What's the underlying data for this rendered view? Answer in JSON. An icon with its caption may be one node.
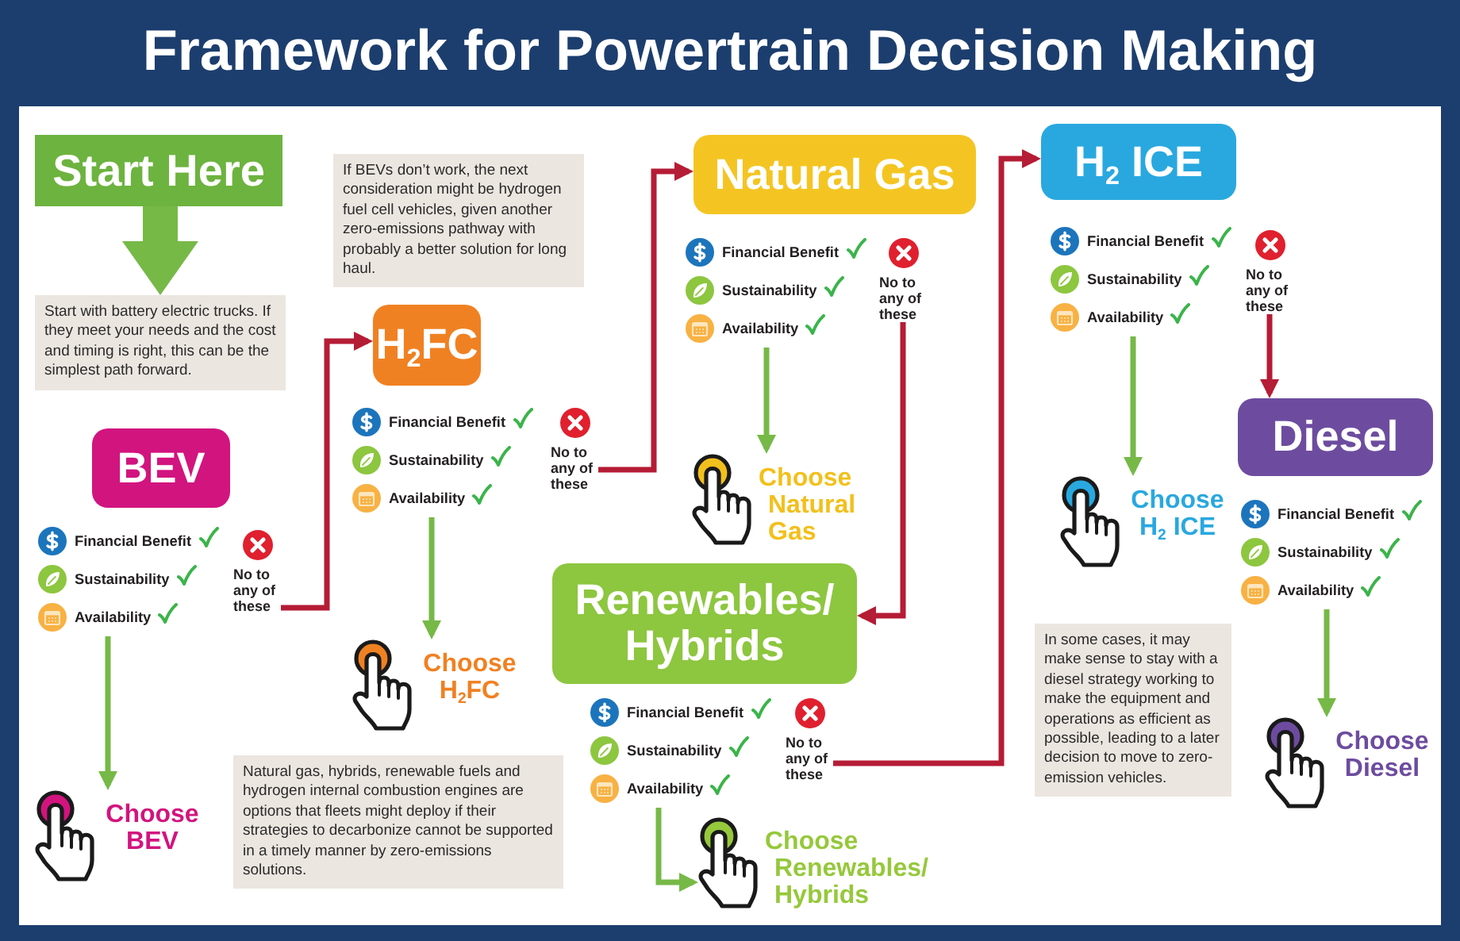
{
  "diagram": {
    "title": "Framework for Powertrain Decision Making",
    "nodes": [
      {
        "text": [
          "Start Here"
        ]
      },
      {
        "text": [
          "Start with battery electric trucks. If they meet your needs and the cost and timing is right, this can be the simplest path forward."
        ]
      },
      {
        "text": [
          "BEV"
        ]
      },
      {
        "text": [
          "Financial Benefit",
          "Sustainability",
          "Availability"
        ]
      },
      {
        "text": [
          "No to any of these"
        ]
      },
      {
        "text": [
          "Choose BEV"
        ]
      },
      {
        "text": [
          "If BEVs don’t work, the next consideration might be hydrogen fuel cell vehicles, given another zero-emissions pathway with probably a better solution for long haul."
        ]
      },
      {
        "text": [
          "H$_{2}$FC"
        ]
      },
      {
        "text": [
          "Financial Benefit",
          "Sustainability",
          "Availability"
        ]
      },
      {
        "text": [
          "No to any of these"
        ]
      },
      {
        "text": [
          "Choose H$_{2}$FC"
        ]
      },
      {
        "text": [
          "Natural gas, hybrids, renewable fuels and hydrogen internal combustion engines are options that fleets might deploy if their strategies to decarbonize cannot be supported in a timely manner by zero-emissions solutions."
        ]
      },
      {
        "text": [
          "Natural Gas"
        ]
      },
      {
        "text": [
          "Financial Benefit",
          "Sustainability",
          "Availability"
        ]
      },
      {
        "text": [
          "No to any of these"
        ]
      },
      {
        "text": [
          "Choose Natural Gas"
        ]
      },
      {
        "text": [
          "Renewables/ Hybrids"
        ]
      },
      {
        "text": [
          "Financial Benefit",
          "Sustainability",
          "Availability"
        ]
      },
      {
        "text": [
          "No to any of these"
        ]
      },
      {
        "text": [
          "Choose Renewables/ Hybrids"
        ]
      },
      {
        "text": [
          "H$_{2}$ ICE"
        ]
      },
      {
        "text": [
          "Financial Benefit",
          "Sustainability",
          "Availability"
        ]
      },
      {
        "text": [
          "No to any of these"
        ]
      },
      {
        "text": [
          "Choose H$_{2}$ ICE"
        ]
      },
      {
        "text": [
          "Diesel"
        ]
      },
      {
        "text": [
          "Financial Benefit",
          "Sustainability",
          "Availability"
        ]
      },
      {
        "text": [
          "Choose Diesel"
        ]
      },
      {
        "text": [
          "In some cases, it may make sense to stay with a diesel strategy working to make the equipment and operations as efficient as possible, leading to a later decision to move to zero-emission vehicles."
        ]
      }
    ],
    "edges": [
      {
        "from": 0,
        "to": 1,
        "arrow": "to",
        "style": "thick"
      },
      {
        "from": 3,
        "to": 5,
        "arrow": "to"
      },
      {
        "from": 4,
        "to": 7,
        "arrow": "to",
        "color": "#b51c35"
      },
      {
        "from": 8,
        "to": 10,
        "arrow": "to"
      },
      {
        "from": 9,
        "to": 12,
        "arrow": "to",
        "color": "#b51c35"
      },
      {
        "from": 13,
        "to": 15,
        "arrow": "to"
      },
      {
        "from": 14,
        "to": 16,
        "arrow": "to",
        "color": "#b51c35"
      },
      {
        "from": 17,
        "to": 19,
        "arrow": "to"
      },
      {
        "from": 18,
        "to": 20,
        "arrow": "to",
        "color": "#b51c35"
      },
      {
        "from": 21,
        "to": 23,
        "arrow": "to"
      },
      {
        "from": 22,
        "to": 24,
        "arrow": "to",
        "color": "#b51c35"
      },
      {
        "from": 25,
        "to": 26,
        "arrow": "to"
      }
    ]
  }
}
